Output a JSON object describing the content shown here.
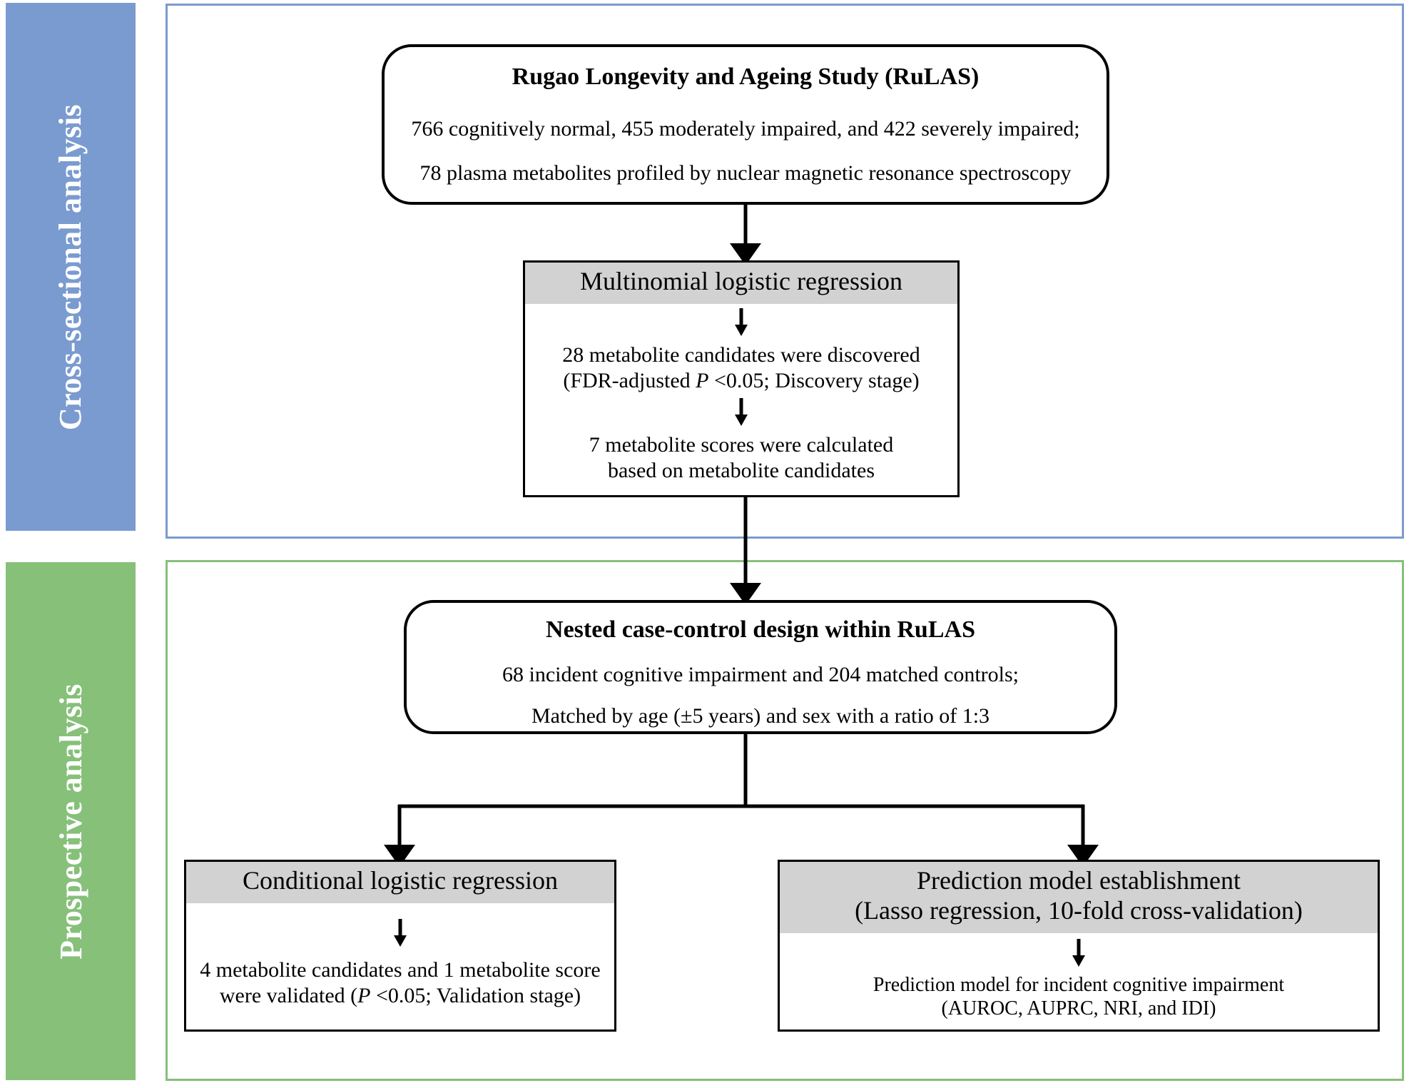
{
  "sections": [
    {
      "id": "cross-sectional",
      "label": "Cross-sectional analysis",
      "color": "#7a9bd0"
    },
    {
      "id": "prospective",
      "label": "Prospective analysis",
      "color": "#86c079"
    }
  ],
  "nodes": {
    "study": {
      "title": "Rugao Longevity and Ageing Study (RuLAS)",
      "line1": "766 cognitively normal, 455 moderately impaired, and 422 severely impaired;",
      "line2": "78 plasma metabolites profiled by nuclear magnetic resonance spectroscopy"
    },
    "multinomial": {
      "header": "Multinomial logistic regression",
      "step1_line1": "28 metabolite candidates were discovered",
      "step1_line2_pre": "(FDR-adjusted ",
      "step1_line2_ital": "P",
      "step1_line2_post": " <0.05; Discovery stage)",
      "step2_line1": "7 metabolite scores were calculated",
      "step2_line2": "based on metabolite candidates"
    },
    "nested": {
      "title": "Nested case-control design within RuLAS",
      "line1": "68 incident cognitive impairment and 204 matched controls;",
      "line2": "Matched by age (±5 years) and sex with a ratio of 1:3"
    },
    "conditional": {
      "header": "Conditional logistic regression",
      "result_line1": "4 metabolite candidates and 1 metabolite score",
      "result_line2_pre": "were validated (",
      "result_line2_ital": "P",
      "result_line2_post": " <0.05; Validation stage)"
    },
    "prediction": {
      "header_line1": "Prediction model establishment",
      "header_line2": "(Lasso regression, 10-fold cross-validation)",
      "result_line1": "Prediction model for incident cognitive impairment",
      "result_line2": "(AUROC, AUPRC, NRI, and IDI)"
    }
  },
  "connectors": {
    "study_to_multinomial": "arrow-down",
    "multinomial_to_nested": "arrow-down",
    "nested_split_left": "arrow-down",
    "nested_split_right": "arrow-down"
  },
  "colors": {
    "cross_band": "#7a9bd0",
    "prospective_band": "#86c079",
    "header_fill": "#d2d2d2",
    "stroke": "#000000"
  }
}
